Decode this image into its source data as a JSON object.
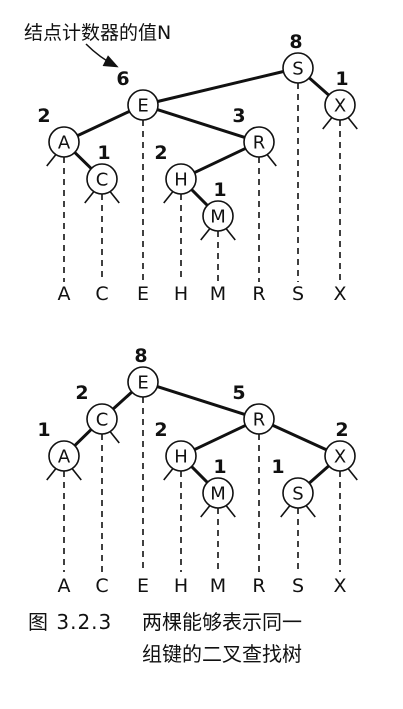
{
  "annotation": "结点计数器的值N",
  "caption": {
    "figure_number": "图 3.2.3",
    "line1": "两棵能够表示同一",
    "line2": "组键的二叉查找树"
  },
  "trees": [
    {
      "root": "S",
      "nodes": [
        {
          "key": "S",
          "count": "8",
          "left": "E",
          "right": "X"
        },
        {
          "key": "E",
          "count": "6",
          "left": "A",
          "right": "R"
        },
        {
          "key": "A",
          "count": "2",
          "left": null,
          "right": "C"
        },
        {
          "key": "C",
          "count": "1",
          "left": null,
          "right": null
        },
        {
          "key": "R",
          "count": "3",
          "left": "H",
          "right": null
        },
        {
          "key": "H",
          "count": "2",
          "left": null,
          "right": "M"
        },
        {
          "key": "M",
          "count": "1",
          "left": null,
          "right": null
        },
        {
          "key": "X",
          "count": "1",
          "left": null,
          "right": null
        }
      ],
      "keys_row": [
        "A",
        "C",
        "E",
        "H",
        "M",
        "R",
        "S",
        "X"
      ]
    },
    {
      "root": "E",
      "nodes": [
        {
          "key": "E",
          "count": "8",
          "left": "C",
          "right": "R"
        },
        {
          "key": "C",
          "count": "2",
          "left": "A",
          "right": null
        },
        {
          "key": "A",
          "count": "1",
          "left": null,
          "right": null
        },
        {
          "key": "R",
          "count": "5",
          "left": "H",
          "right": "X"
        },
        {
          "key": "H",
          "count": "2",
          "left": null,
          "right": "M"
        },
        {
          "key": "M",
          "count": "1",
          "left": null,
          "right": null
        },
        {
          "key": "X",
          "count": "2",
          "left": "S",
          "right": null
        },
        {
          "key": "S",
          "count": "1",
          "left": null,
          "right": null
        }
      ],
      "keys_row": [
        "A",
        "C",
        "E",
        "H",
        "M",
        "R",
        "S",
        "X"
      ]
    }
  ]
}
